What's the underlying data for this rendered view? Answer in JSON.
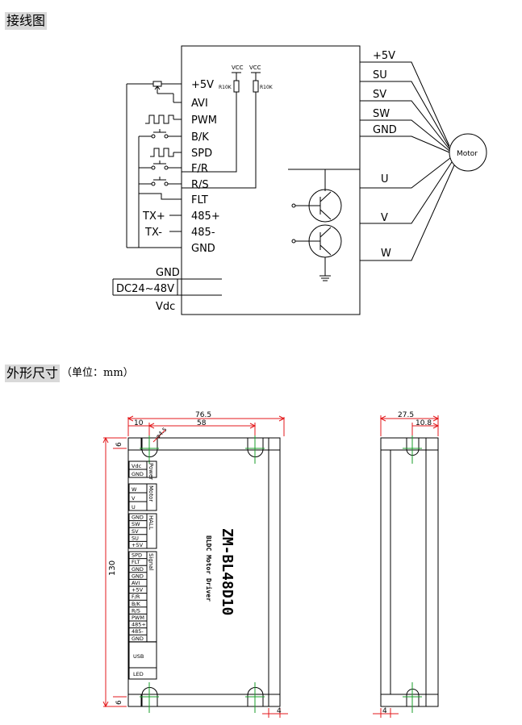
{
  "wiring": {
    "title": "接线图",
    "vcc": [
      "VCC",
      "VCC"
    ],
    "resistors": [
      "R10K",
      "R10K"
    ],
    "left_pins": [
      "+5V",
      "AVI",
      "PWM",
      "B/K",
      "SPD",
      "F/R",
      "R/S",
      "FLT",
      "485+",
      "485-",
      "GND"
    ],
    "tx_labels": [
      "TX+",
      "TX-"
    ],
    "power_labels": [
      "GND",
      "DC24~48V",
      "Vdc"
    ],
    "right_pins": [
      "+5V",
      "SU",
      "SV",
      "SW",
      "GND",
      "U",
      "V",
      "W"
    ],
    "motor_label": "Motor"
  },
  "dims": {
    "title": "外形尺寸",
    "unit_note": "（单位：mm）",
    "front": {
      "width_total": "76.5",
      "width_inner": "58",
      "offset_left": "10",
      "hole_dia": "φ4.5",
      "height": "130",
      "top_margin": "6",
      "bottom_margin": "6",
      "flange": "4"
    },
    "side": {
      "depth_total": "27.5",
      "depth_part": "10.8",
      "flange": "4"
    },
    "terminal_groups": [
      "Power",
      "Motor",
      "HALL",
      "Signal"
    ],
    "terminals": [
      "Vdc",
      "GND",
      "W",
      "V",
      "U",
      "GND",
      "SW",
      "SV",
      "SU",
      "+5V",
      "SPD",
      "FLT",
      "GND",
      "GND",
      "AVI",
      "+5V",
      "F/R",
      "B/K",
      "R/S",
      "PWM",
      "485+",
      "485-",
      "GND"
    ],
    "usb_label": "USB",
    "led_label": "LED",
    "model": "ZM-BL48D10",
    "model_sub": "BLDC Motor Driver"
  }
}
